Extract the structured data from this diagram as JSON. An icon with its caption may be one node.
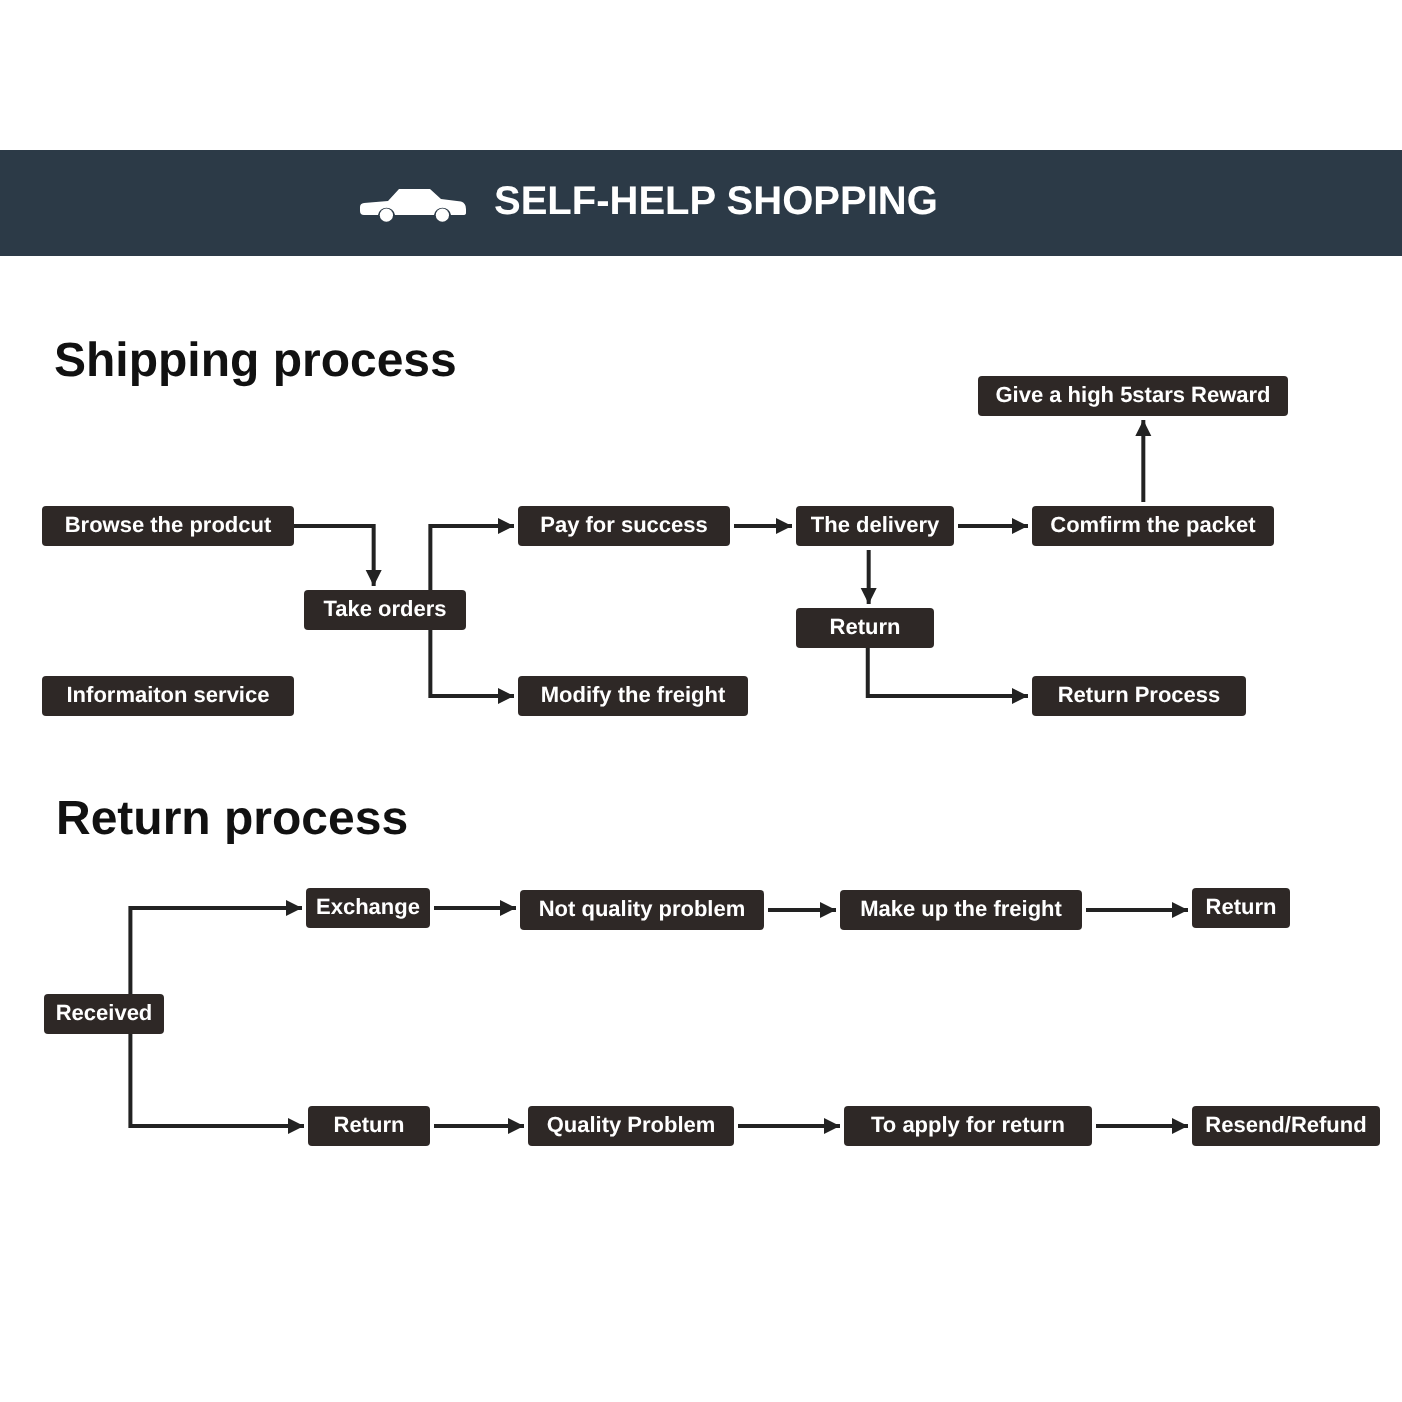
{
  "diagram": {
    "title": "SELF-HELP SHOPPING",
    "nodes": [
      {
        "text": [
          "Give a high 5stars Reward"
        ]
      },
      {
        "text": [
          "Browse the prodcut"
        ]
      },
      {
        "text": [
          "Pay for success"
        ]
      },
      {
        "text": [
          "The delivery"
        ]
      },
      {
        "text": [
          "Comfirm the packet"
        ]
      },
      {
        "text": [
          "Take orders"
        ]
      },
      {
        "text": [
          "Return"
        ]
      },
      {
        "text": [
          "Informaiton service"
        ]
      },
      {
        "text": [
          "Modify the freight"
        ]
      },
      {
        "text": [
          "Return Process"
        ]
      },
      {
        "text": [
          "Exchange"
        ]
      },
      {
        "text": [
          "Not quality problem"
        ]
      },
      {
        "text": [
          "Make up the freight"
        ]
      },
      {
        "text": [
          "Return"
        ]
      },
      {
        "text": [
          "Received"
        ]
      },
      {
        "text": [
          "Return"
        ]
      },
      {
        "text": [
          "Quality Problem"
        ]
      },
      {
        "text": [
          "To apply for return"
        ]
      },
      {
        "text": [
          "Resend/Refund"
        ]
      }
    ],
    "edges": [
      {
        "from": 1,
        "to": 5,
        "arrow": "to"
      },
      {
        "from": 5,
        "to": 2,
        "arrow": "to"
      },
      {
        "from": 5,
        "to": 8,
        "arrow": "to"
      },
      {
        "from": 2,
        "to": 3,
        "arrow": "to"
      },
      {
        "from": 3,
        "to": 4,
        "arrow": "to"
      },
      {
        "from": 4,
        "to": 0,
        "arrow": "to"
      },
      {
        "from": 3,
        "to": 6,
        "arrow": "to"
      },
      {
        "from": 6,
        "to": 9,
        "arrow": "to"
      },
      {
        "from": 14,
        "to": 10,
        "arrow": "to"
      },
      {
        "from": 14,
        "to": 15,
        "arrow": "to"
      },
      {
        "from": 10,
        "to": 11,
        "arrow": "to"
      },
      {
        "from": 11,
        "to": 12,
        "arrow": "to"
      },
      {
        "from": 12,
        "to": 13,
        "arrow": "to"
      },
      {
        "from": 15,
        "to": 16,
        "arrow": "to"
      },
      {
        "from": 16,
        "to": 17,
        "arrow": "to"
      },
      {
        "from": 17,
        "to": 18,
        "arrow": "to"
      }
    ],
    "labels": [
      "Shipping process",
      "Return process"
    ]
  }
}
